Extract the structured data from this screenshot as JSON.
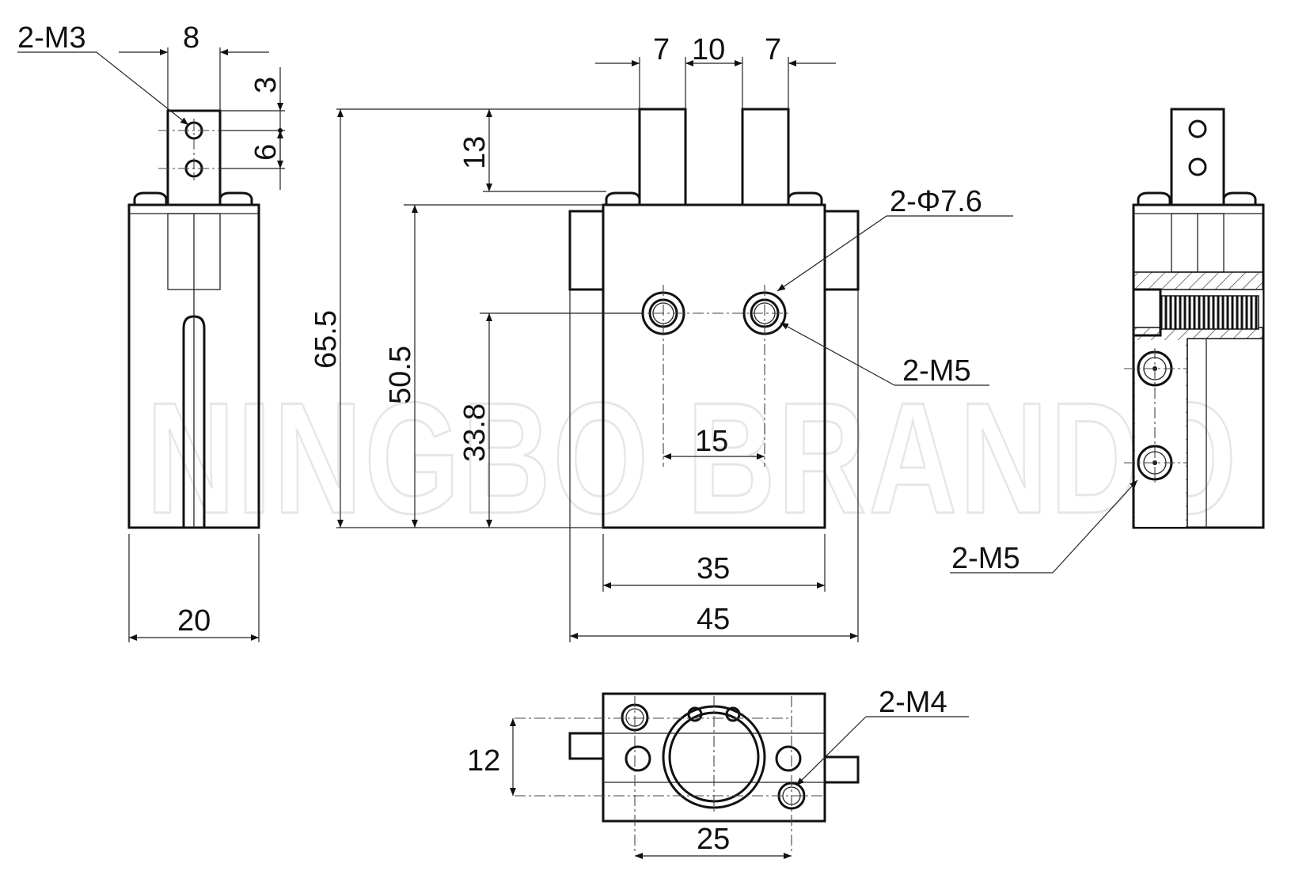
{
  "watermark": "NINGBO BRANDO",
  "labels": {
    "side_holes": "2-M3",
    "side_width_top": "8",
    "side_dim_3": "3",
    "side_dim_6": "6",
    "side_width": "20",
    "jaw_7_left": "7",
    "jaw_10": "10",
    "jaw_7_right": "7",
    "height_13": "13",
    "height_65_5": "65.5",
    "height_50_5": "50.5",
    "height_33_8": "33.8",
    "port_dia": "2-Φ7.6",
    "port_thread": "2-M5",
    "port_spacing": "15",
    "body_width": "35",
    "overall_width": "45",
    "right_holes": "2-M5",
    "bottom_holes": "2-M4",
    "bottom_dim_12": "12",
    "bottom_dim_25": "25"
  }
}
